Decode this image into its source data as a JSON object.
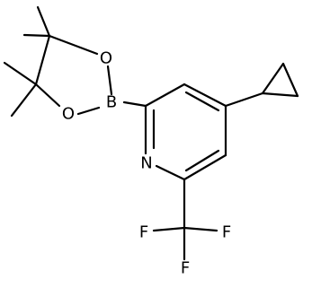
{
  "molecule": {
    "atoms": {
      "boron": "B",
      "oxygen_top": "O",
      "oxygen_bottom": "O",
      "nitrogen": "N",
      "fluorine_left": "F",
      "fluorine_right": "F",
      "fluorine_bottom": "F"
    }
  }
}
